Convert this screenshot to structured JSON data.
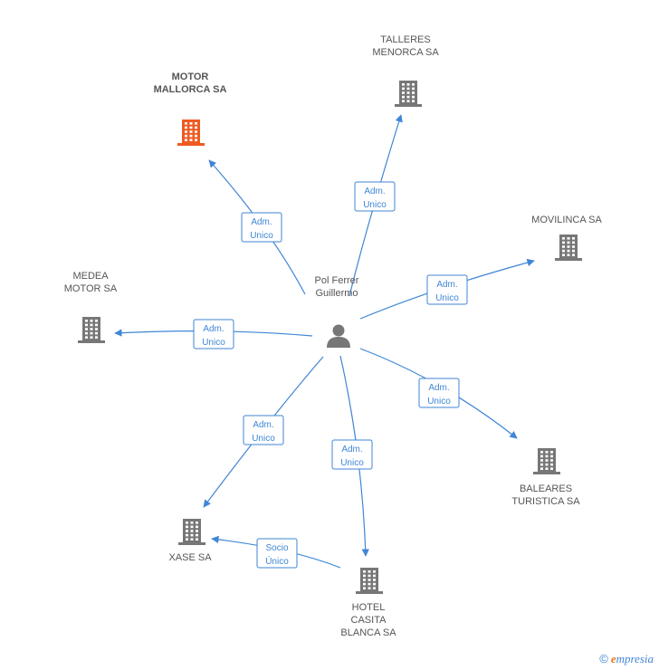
{
  "colors": {
    "edge": "#3f86d6",
    "building": "#777777",
    "highlight": "#f05a22",
    "person": "#777777"
  },
  "center": {
    "name_lines": [
      "Pol Ferrer",
      "Guillermo"
    ],
    "icon": "person-icon"
  },
  "nodes": [
    {
      "id": "motor-mallorca",
      "lines": [
        "MOTOR",
        "MALLORCA SA"
      ],
      "highlight": true
    },
    {
      "id": "talleres-menorca",
      "lines": [
        "TALLERES",
        "MENORCA SA"
      ]
    },
    {
      "id": "movilinca",
      "lines": [
        "MOVILINCA SA"
      ]
    },
    {
      "id": "medea-motor",
      "lines": [
        "MEDEA",
        "MOTOR SA"
      ]
    },
    {
      "id": "baleares-turistica",
      "lines": [
        "BALEARES",
        "TURISTICA SA"
      ]
    },
    {
      "id": "xase",
      "lines": [
        "XASE SA"
      ]
    },
    {
      "id": "hotel-casita-blanca",
      "lines": [
        "HOTEL",
        "CASITA",
        "BLANCA SA"
      ]
    }
  ],
  "edges": [
    {
      "from": "center",
      "to": "motor-mallorca",
      "label": [
        "Adm.",
        "Unico"
      ]
    },
    {
      "from": "center",
      "to": "talleres-menorca",
      "label": [
        "Adm.",
        "Unico"
      ]
    },
    {
      "from": "center",
      "to": "movilinca",
      "label": [
        "Adm.",
        "Unico"
      ]
    },
    {
      "from": "center",
      "to": "medea-motor",
      "label": [
        "Adm.",
        "Unico"
      ]
    },
    {
      "from": "center",
      "to": "baleares-turistica",
      "label": [
        "Adm.",
        "Unico"
      ]
    },
    {
      "from": "center",
      "to": "xase",
      "label": [
        "Adm.",
        "Unico"
      ]
    },
    {
      "from": "center",
      "to": "hotel-casita-blanca",
      "label": [
        "Adm.",
        "Unico"
      ]
    },
    {
      "from": "hotel-casita-blanca",
      "to": "xase",
      "label": [
        "Socio",
        "Único"
      ]
    }
  ],
  "footer": {
    "copyright": "©",
    "brand_initial": "e",
    "brand_rest": "mpresia"
  }
}
